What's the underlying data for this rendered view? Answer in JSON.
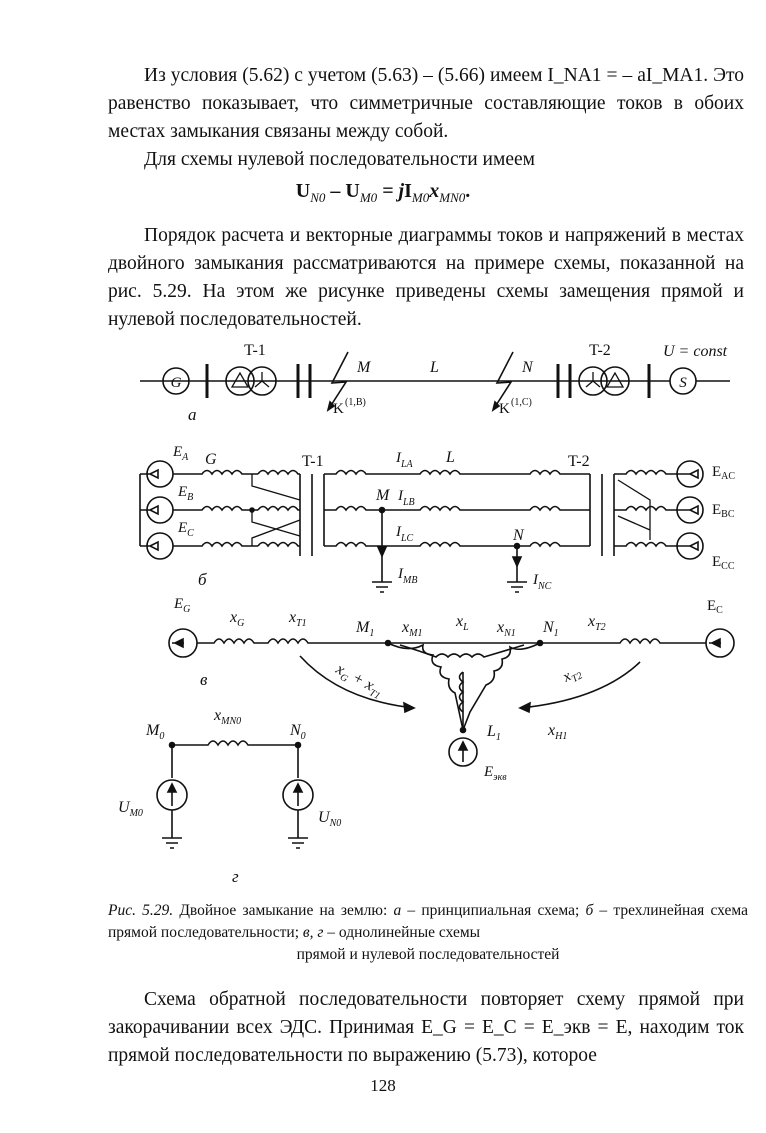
{
  "para1": "Из условия (5.62) с учетом (5.63) – (5.66) имеем I_NA1 = – aI_MA1. Это равенство показывает, что симметричные составляющие токов в обоих местах замыкания связаны между собой.",
  "para2": "Для схемы нулевой последовательности имеем",
  "formula": {
    "a": "U",
    "a_sub": "N0",
    "minus": " – ",
    "b": "U",
    "b_sub": "M0",
    "eq": " = j",
    "c": "I",
    "c_sub": "M0",
    "d": "x",
    "d_sub": "MN0",
    "end": "."
  },
  "para3": "Порядок расчета и векторные диаграммы токов и напряжений в местах двойного замыкания рассматриваются на примере схемы, показанной на рис. 5.29. На этом же рисунке приведены схемы замещения прямой и нулевой последовательностей.",
  "figure": {
    "a": {
      "t1": "T-1",
      "t2": "T-2",
      "u": "U = const",
      "g": "G",
      "s": "S",
      "m": "M",
      "l": "L",
      "n": "N",
      "k1": "K",
      "k1_sup": "(1,B)",
      "k2": "K",
      "k2_sup": "(1,C)",
      "letter": "а"
    },
    "b": {
      "ea": "E",
      "ea_sub": "A",
      "eb": "E",
      "eb_sub": "B",
      "ec": "E",
      "ec_sub": "C",
      "g": "G",
      "t1": "T-1",
      "t2": "T-2",
      "l": "L",
      "m": "M",
      "n": "N",
      "ila": "I",
      "ila_sub": "LA",
      "ilb": "I",
      "ilb_sub": "LB",
      "ilc": "I",
      "ilc_sub": "LC",
      "imb": "I",
      "imb_sub": "MB",
      "inc": "I",
      "inc_sub": "NC",
      "eac": "E",
      "eac_sub": "AC",
      "ebc": "E",
      "ebc_sub": "BC",
      "ecc": "E",
      "ecc_sub": "CC",
      "letter": "б"
    },
    "v": {
      "eg": "E",
      "eg_sub": "G",
      "ec": "E",
      "ec_sub": "C",
      "xg": "x",
      "xg_sub": "G",
      "xt1": "x",
      "xt1_sub": "T1",
      "m1": "M",
      "m1_sub": "1",
      "xm1": "x",
      "xm1_sub": "M1",
      "xl": "x",
      "xl_sub": "L",
      "xn1": "x",
      "xn1_sub": "N1",
      "n1": "N",
      "n1_sub": "1",
      "xt2": "x",
      "xt2_sub": "T2",
      "sum_a": "x",
      "sum_a_sub": "G",
      "sum_plus": " + ",
      "sum_b": "x",
      "sum_b_sub": "T1",
      "xt2b": "x",
      "xt2b_sub": "T2",
      "xh1": "x",
      "xh1_sub": "H1",
      "l1": "L",
      "l1_sub": "1",
      "eekv": "E",
      "eekv_sub": "экв",
      "letter": "в"
    },
    "g": {
      "m0": "M",
      "m0_sub": "0",
      "xmn0": "x",
      "xmn0_sub": "MN0",
      "n0": "N",
      "n0_sub": "0",
      "um0": "U",
      "um0_sub": "M0",
      "un0": "U",
      "un0_sub": "N0",
      "letter": "г"
    }
  },
  "caption": {
    "label": "Рис. 5.29.",
    "text": " Двойное замыкание на землю: ",
    "a": "а",
    "a_text": " – принципиальная схема; ",
    "b": "б",
    "b_text": " – трехлинейная схема прямой последовательности; ",
    "v": "в, г",
    "v_text": " – однолинейные схемы",
    "last": "прямой и нулевой последовательностей"
  },
  "para4": "Схема обратной последовательности повторяет схему прямой при закорачивании всех ЭДС. Принимая E_G = E_C = E_экв = E, находим ток прямой последовательности по выражению (5.73), которое",
  "page_number": "128"
}
